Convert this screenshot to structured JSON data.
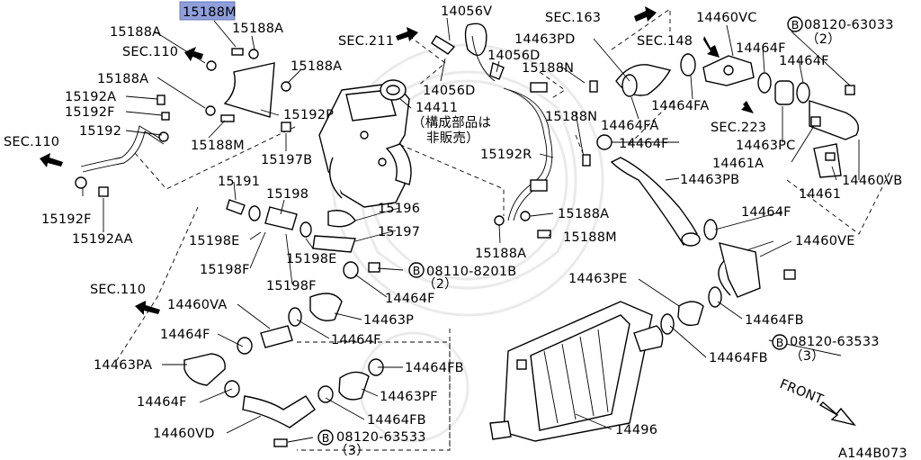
{
  "diagram": {
    "highlighted_part": "15188M",
    "callouts": {
      "c01": "15188M",
      "c02": "15188A",
      "c03": "15188A",
      "c04": "SEC.110",
      "c05": "15188A",
      "c06": "15188A",
      "c07": "15192A",
      "c08": "15192F",
      "c09": "15192",
      "c10": "15192P",
      "c11": "15188M",
      "c12": "15197B",
      "c13": "SEC.110",
      "c14": "15192F",
      "c15": "15192AA",
      "c16": "SEC.211",
      "c17": "14056V",
      "c18": "14056D",
      "c19": "14056D",
      "c20": "14411",
      "c21": "（構成部品は",
      "c22": "非販売）",
      "c23": "SEC.163",
      "c24": "14463PD",
      "c25": "15188N",
      "c26": "15188N",
      "c27": "14460VC",
      "c28": "08120-63033",
      "c29": "（2）",
      "c30": "SEC.148",
      "c31": "14464F",
      "c32": "14464F",
      "c33": "14464FA",
      "c34": "14464FA",
      "c35": "14464F",
      "c36": "SEC.223",
      "c37": "14463PC",
      "c38": "14461A",
      "c39": "14460VB",
      "c40": "14461",
      "c41": "15192R",
      "c42": "14463PB",
      "c43": "15191",
      "c44": "15198",
      "c45": "15196",
      "c46": "15197",
      "c47": "15198E",
      "c48": "15198E",
      "c49": "15198F",
      "c50": "15198F",
      "c51": "08110-8201B",
      "c52": "（2）",
      "c53": "14464F",
      "c54": "15188A",
      "c55": "15188A",
      "c56": "15188M",
      "c57": "14464F",
      "c58": "14460VE",
      "c59": "SEC.110",
      "c60": "14460VA",
      "c61": "14463P",
      "c62": "14464F",
      "c63": "14464F",
      "c64": "14463PE",
      "c65": "14464FB",
      "c66": "08120-63533",
      "c67": "（3）",
      "c68": "14463PA",
      "c69": "14464FB",
      "c70": "14464FB",
      "c71": "14464F",
      "c72": "14463PF",
      "c73": "14464FB",
      "c74": "14460VD",
      "c75": "08120-63533",
      "c76": "（3）",
      "c77": "14496",
      "c78": "FRONT",
      "c79": "A144B073"
    },
    "bolt_marker": "B"
  }
}
